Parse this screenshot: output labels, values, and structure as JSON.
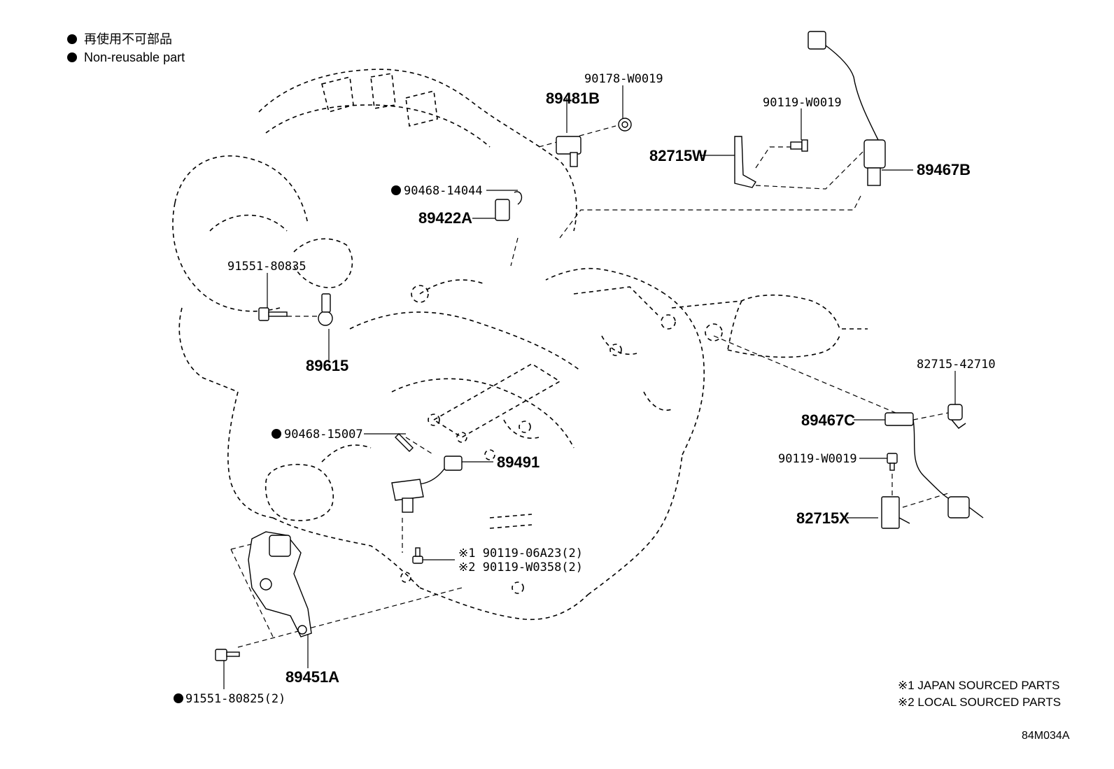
{
  "legend": {
    "jp": "再使用不可部品",
    "en": "Non-reusable part",
    "bullet": "●"
  },
  "parts": {
    "p90178_w0019": "90178-W0019",
    "p89481b": "89481B",
    "p90119_w0019_top": "90119-W0019",
    "p82715w": "82715W",
    "p89467b": "89467B",
    "p90468_14044": "90468-14044",
    "p89422a": "89422A",
    "p91551_80835": "91551-80835",
    "p89615": "89615",
    "p82715_42710": "82715-42710",
    "p89467c": "89467C",
    "p90119_w0019_mid": "90119-W0019",
    "p82715x": "82715X",
    "p90468_15007": "90468-15007",
    "p89491": "89491",
    "p90119_06a23": "※1 90119-06A23(2)",
    "p90119_w0358": "※2 90119-W0358(2)",
    "p89451a": "89451A",
    "p91551_80825": "91551-80825(2)"
  },
  "notes": {
    "japan": "※1 JAPAN SOURCED PARTS",
    "local": "※2 LOCAL SOURCED PARTS"
  },
  "diagram_code": "84M034A"
}
